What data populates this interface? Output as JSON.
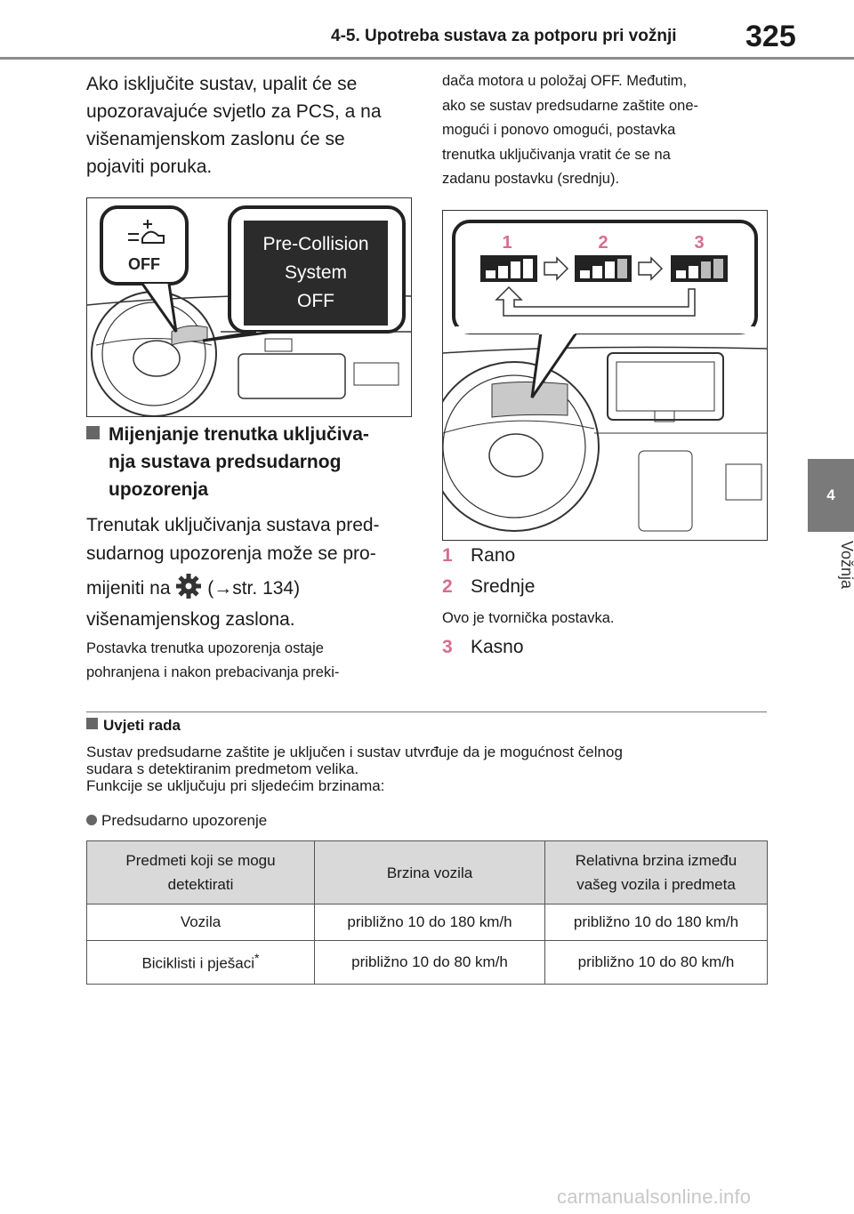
{
  "header": {
    "section_title": "4-5. Upotreba sustava za potporu pri vožnji",
    "page_number": "325"
  },
  "side_tab": {
    "chapter_number": "4",
    "chapter_label": "Vožnja"
  },
  "left": {
    "intro_lines": [
      "Ako isključite sustav, upalit će se",
      "upozoravajuće svjetlo za PCS, a na",
      "višenamjenskom zaslonu će se",
      "pojaviti poruka."
    ],
    "figure1": {
      "indicator_text": "OFF",
      "display_lines": [
        "Pre-Collision",
        "System",
        "OFF"
      ]
    },
    "heading_lines": [
      "Mijenjanje trenutka uključiva-",
      "nja sustava predsudarnog",
      "upozorenja"
    ],
    "body_line1": "Trenutak uključivanja sustava pred-",
    "body_line2": "sudarnog upozorenja može se pro-",
    "body_line3_pre": "mijeniti na",
    "body_line3_post": "(→str. 134)",
    "body_line4": "višenamjenskog zaslona.",
    "note_lines": [
      "Postavka trenutka upozorenja ostaje",
      "pohranjena i nakon prebacivanja preki-"
    ]
  },
  "right": {
    "cont_lines": [
      "dača motora u položaj OFF. Međutim,",
      "ako se sustav predsudarne zaštite one-",
      "mogući i ponovo omogući, postavka",
      "trenutka uključivanja vratit će se na",
      "zadanu postavku (srednju)."
    ],
    "figure2": {
      "labels": [
        "1",
        "2",
        "3"
      ]
    },
    "items": [
      {
        "num": "1",
        "label": "Rano"
      },
      {
        "num": "2",
        "label": "Srednje"
      },
      {
        "num": "3",
        "label": "Kasno"
      }
    ],
    "factory_note": "Ovo je tvornička postavka."
  },
  "conditions": {
    "heading": "Uvjeti rada",
    "text_lines": [
      "Sustav predsudarne zaštite je uključen i sustav utvrđuje da je mogućnost čelnog",
      "sudara s detektiranim predmetom velika.",
      "Funkcije se uključuju pri sljedećim brzinama:"
    ],
    "bullet": "Predsudarno upozorenje"
  },
  "table": {
    "headers": [
      [
        "Predmeti koji se mogu",
        "detektirati"
      ],
      [
        "Brzina vozila"
      ],
      [
        "Relativna brzina između",
        "vašeg vozila i predmeta"
      ]
    ],
    "rows": [
      [
        "Vozila",
        "približno 10 do 180 km/h",
        "približno 10 do 180 km/h"
      ],
      [
        "Biciklisti i pješaci",
        "približno 10 do 80 km/h",
        "približno 10 do 80 km/h"
      ]
    ],
    "footnote_mark": "*"
  },
  "watermark": "carmanualsonline.info",
  "colors": {
    "accent_number": "#d56e8d",
    "tab_bg": "#7a7a7a",
    "table_header_bg": "#d9d9d9"
  }
}
